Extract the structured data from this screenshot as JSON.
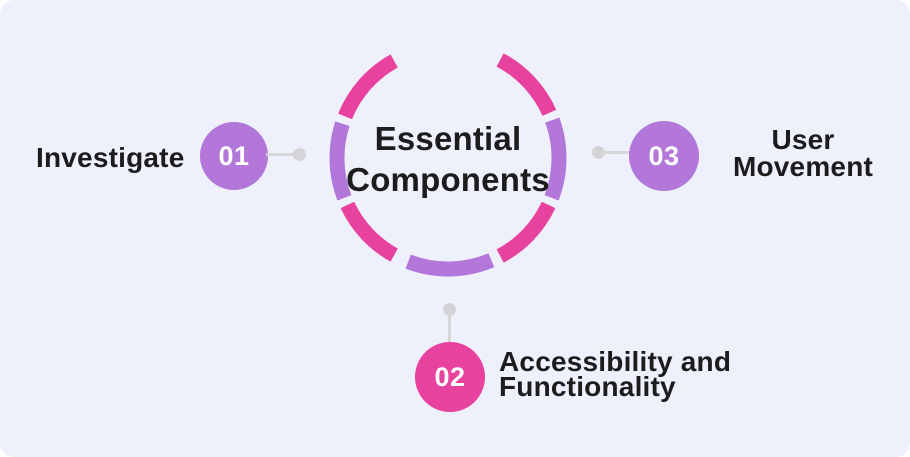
{
  "palette": {
    "pink": "#e8429f",
    "purple": "#b377d9",
    "background": "#eef1fb",
    "text": "#1c1c1e",
    "badge_text": "#ffffff",
    "connector_line": "#d7d7da",
    "connector_dot": "#d4d4d8"
  },
  "center": {
    "title_line1": "Essential",
    "title_line2": "Components"
  },
  "ring": {
    "stroke_width": 15,
    "radius": 111,
    "segments": [
      {
        "start": 28,
        "end": 66,
        "color": "pink"
      },
      {
        "start": 70,
        "end": 111,
        "color": "purple"
      },
      {
        "start": 115,
        "end": 152,
        "color": "pink"
      },
      {
        "start": 157,
        "end": 201,
        "color": "purple"
      },
      {
        "start": 209,
        "end": 245,
        "color": "pink"
      },
      {
        "start": 249,
        "end": 288,
        "color": "purple"
      },
      {
        "start": 292,
        "end": 331,
        "color": "pink"
      }
    ]
  },
  "items": [
    {
      "number": "01",
      "label": "Investigate",
      "color": "purple",
      "position": "left"
    },
    {
      "number": "02",
      "label": "Accessibility and Functionality",
      "color": "pink",
      "position": "bottom"
    },
    {
      "number": "03",
      "label": "User Movement",
      "color": "purple",
      "position": "right"
    }
  ]
}
